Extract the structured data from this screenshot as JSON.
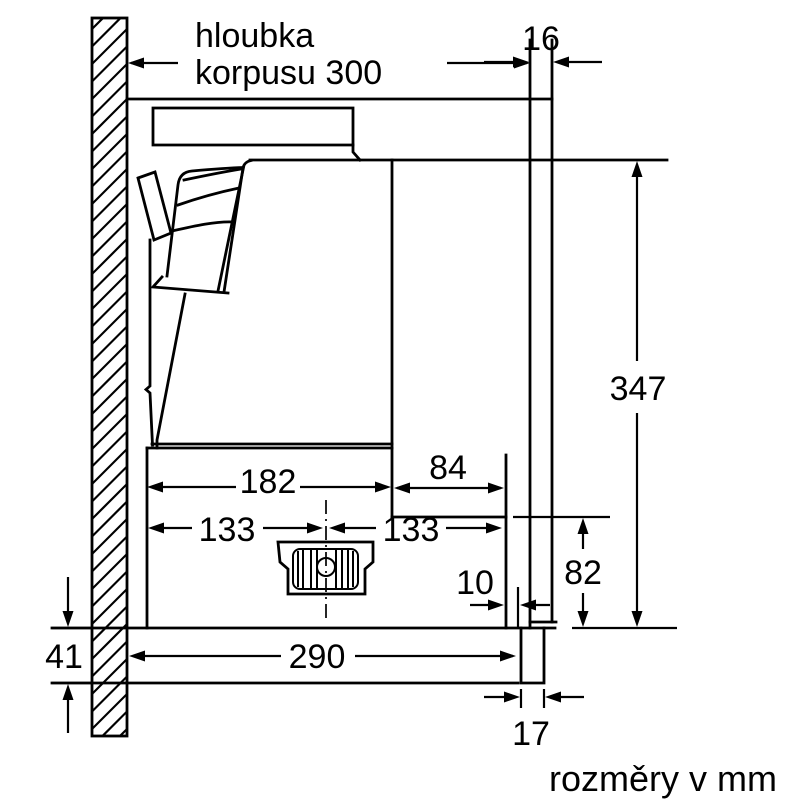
{
  "drawing": {
    "type": "installation-dimension-diagram",
    "caption": "rozměry v mm",
    "depth_label_line1": "hloubka",
    "depth_label_line2": "korpusu 300",
    "dimensions": {
      "panel_thickness_top": "16",
      "niche_height": "347",
      "lower_height": "82",
      "width_inner_left": "182",
      "width_inner_right": "84",
      "center_to_left": "133",
      "center_to_right": "133",
      "front_offset": "10",
      "pullout_depth": "290",
      "bottom_protrusion": "41",
      "panel_thickness_bottom": "17"
    },
    "colors": {
      "line": "#000000",
      "background": "#ffffff"
    }
  }
}
